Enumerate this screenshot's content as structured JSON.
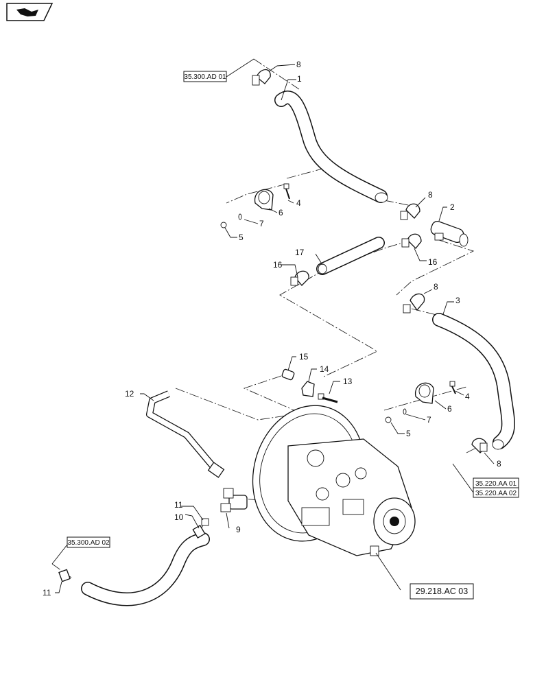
{
  "nav_icon": {
    "name": "parts-catalog-nav-icon"
  },
  "references": {
    "r35_300_ad_01": "35.300.AD 01",
    "r35_300_ad_02": "35.300.AD 02",
    "r35_220_aa_01": "35.220.AA 01",
    "r35_220_aa_02": "35.220.AA 02",
    "r29_218_ac_03": "29.218.AC 03"
  },
  "callouts": {
    "c1": "1",
    "c2": "2",
    "c3": "3",
    "c4a": "4",
    "c4b": "4",
    "c5a": "5",
    "c5b": "5",
    "c6a": "6",
    "c6b": "6",
    "c7a": "7",
    "c7b": "7",
    "c8a": "8",
    "c8b": "8",
    "c8c": "8",
    "c8d": "8",
    "c9": "9",
    "c10": "10",
    "c11a": "11",
    "c11b": "11",
    "c12": "12",
    "c13": "13",
    "c14": "14",
    "c15": "15",
    "c16a": "16",
    "c16b": "16",
    "c17": "17"
  }
}
